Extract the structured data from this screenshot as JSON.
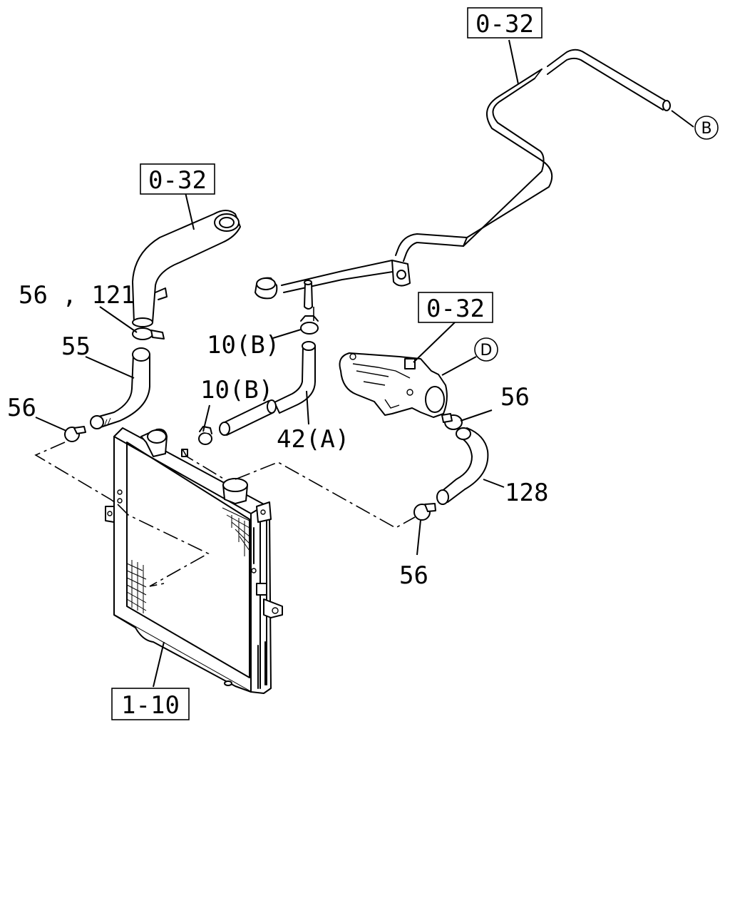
{
  "refs": {
    "upper_pipe": "0-32",
    "outlet_pipe": "0-32",
    "thermostat_housing": "0-32",
    "radiator": "1-10"
  },
  "parts": {
    "clamp_56_121": "56 , 121",
    "hose_55": "55",
    "clamp_56_left": "56",
    "clip_10b_upper": "10(B)",
    "clip_10b_lower": "10(B)",
    "hose_42a": "42(A)",
    "clamp_56_right": "56",
    "hose_128": "128",
    "clamp_56_bottom": "56"
  },
  "connectors": {
    "b": "B",
    "d": "D"
  }
}
